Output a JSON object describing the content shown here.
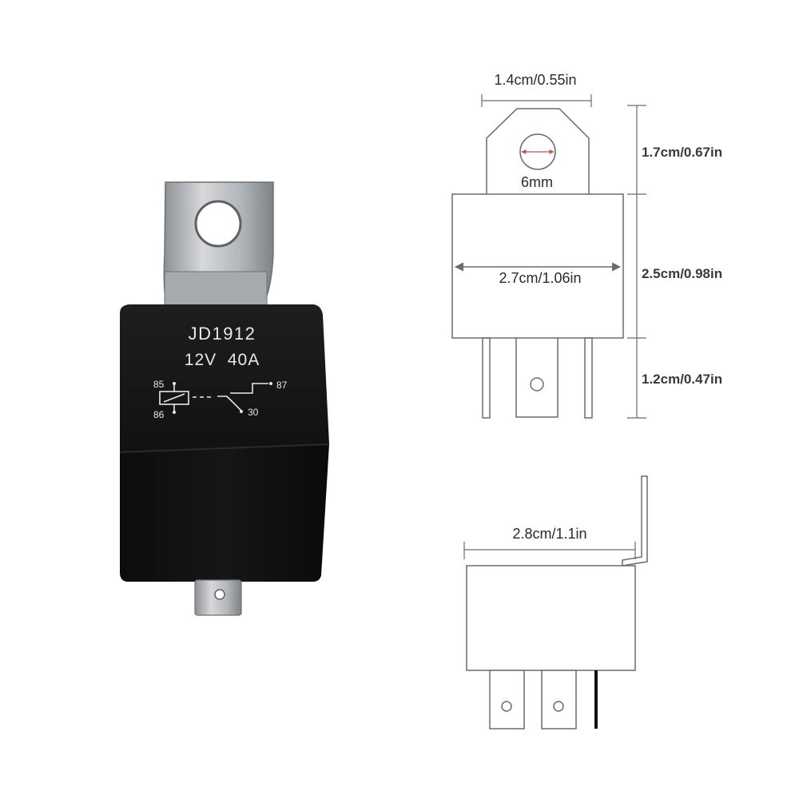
{
  "product": {
    "model": "JD1912",
    "rating": "12V  40A",
    "pins": {
      "p85": "85",
      "p86": "86",
      "p87": "87",
      "p30": "30"
    }
  },
  "front_view": {
    "tab_width": "1.4cm/0.55in",
    "hole_diameter": "6mm",
    "body_width": "2.7cm/1.06in",
    "tab_height": "1.7cm/0.67in",
    "body_height": "2.5cm/0.98in",
    "pin_length": "1.2cm/0.47in"
  },
  "side_view": {
    "body_depth": "2.8cm/1.1in"
  },
  "colors": {
    "relay_body": "#141414",
    "relay_print": "#e8e8e8",
    "metal": "#b9bcbf",
    "line": "#6b6b6b",
    "dim_text": "#2a2a2a",
    "hole_accent": "#c0504d"
  }
}
